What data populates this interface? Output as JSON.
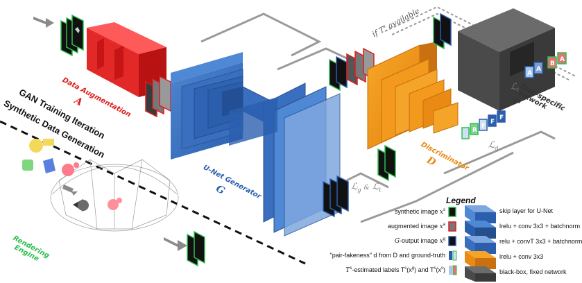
{
  "labels": {
    "data_augmentation": "Data Augmentation",
    "data_augmentation_sym": "A",
    "unet_generator": "U-Net Generator",
    "unet_generator_sym": "G",
    "discriminator": "Discriminator",
    "discriminator_sym": "D",
    "task_network_line1": "Task-specific",
    "task_network_line2": "Network",
    "task_network_sym": "T",
    "task_network_sym_sup": "s",
    "gan_training": "GAN Training Iteration",
    "synthetic_generation": "Synthetic Data Generation",
    "rendering_engine_line1": "Rendering",
    "rendering_engine_line2": "Engine",
    "if_available": "if T",
    "if_available_sup": "s",
    "if_available_rest": " available",
    "loss_d": "ℒ",
    "loss_d_sub": "d",
    "loss_t": "ℒ",
    "loss_t_sub": "t",
    "loss_g": "ℒ",
    "loss_g_sub": "g",
    "loss_amp": "&",
    "loss_t2": "ℒ",
    "loss_t2_sub": "t"
  },
  "tiles": {
    "discriminator_f": "F",
    "discriminator_r": "R",
    "task_a": "A",
    "task_b": "B"
  },
  "legend": {
    "title": "Legend",
    "left_items": [
      {
        "text": "synthetic image",
        "math": "x",
        "sup": "s"
      },
      {
        "text": "augmented image",
        "math": "x",
        "sup": "a"
      },
      {
        "prefix": "G",
        "text": "-output image",
        "math": "x",
        "sup": "g"
      },
      {
        "text": "\"pair-fakeness\" d  from D and ground-truth"
      },
      {
        "prefix": "T",
        "prefix_sup": "s",
        "text": "-estimated labels T",
        "text2": "s",
        "text3": "(x",
        "text4": "g",
        "text5": ") and T",
        "text6": "s",
        "text7": "(x",
        "text8": "s",
        "text9": ")"
      }
    ],
    "right_items": [
      "skip layer for U-Net",
      "lrelu + conv 3x3 + batchnorm",
      "relu + convT 3x3 + batchnorm",
      "lrelu + conv 3x3",
      "black-box, fixed network"
    ]
  },
  "colors": {
    "red": "#e11c1c",
    "blue": "#2b5fae",
    "orange": "#e88a13",
    "green": "#2fbf4f",
    "dark": "#3c3c3c",
    "gray_line": "#9a9a9a"
  }
}
